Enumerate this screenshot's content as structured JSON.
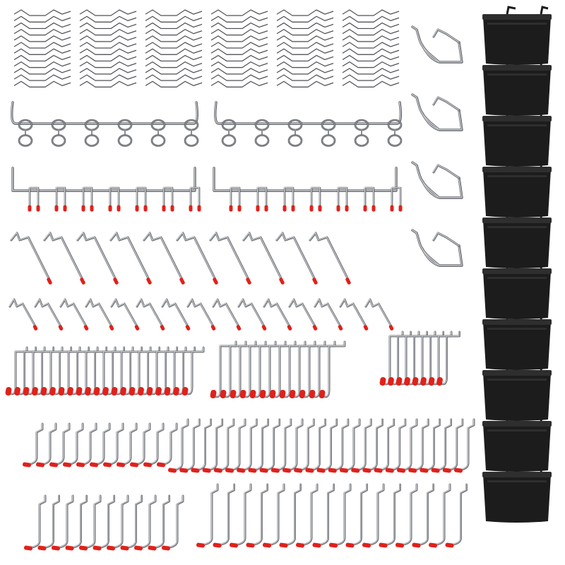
{
  "image": {
    "kind": "product-photo",
    "subject": "pegboard-accessory-kit"
  },
  "colors": {
    "background": "#ffffff",
    "steel": "#8a8d92",
    "steel_dark": "#4a4d52",
    "steel_light": "#d9dbde",
    "tip_red": "#e0211b",
    "bin_black": "#1c1c1c",
    "bin_top": "#2e2e2e"
  },
  "groups": {
    "locking_clips": {
      "rows": 1,
      "stacks": 6,
      "per_stack": 12
    },
    "ring_hook_bars": {
      "count": 2,
      "rings_per_bar": 6
    },
    "tool_holder_bars": {
      "count": 2,
      "pins_per_bar": 7
    },
    "long_straight_hooks": {
      "count": 10
    },
    "short_straight_hooks": {
      "count": 15
    },
    "curved_j_hooks_small": {
      "count": 21
    },
    "curved_j_hooks_large": {
      "count": 12
    },
    "curved_j_hooks_tiny": {
      "count": 8
    },
    "l_hooks_medium_left": {
      "count": 11
    },
    "l_hooks_medium_right": {
      "count": 26
    },
    "l_hooks_long_left": {
      "count": 11
    },
    "l_hooks_long_right": {
      "count": 16
    },
    "u_brackets": {
      "count": 4
    },
    "storage_bins": {
      "count": 10
    }
  }
}
